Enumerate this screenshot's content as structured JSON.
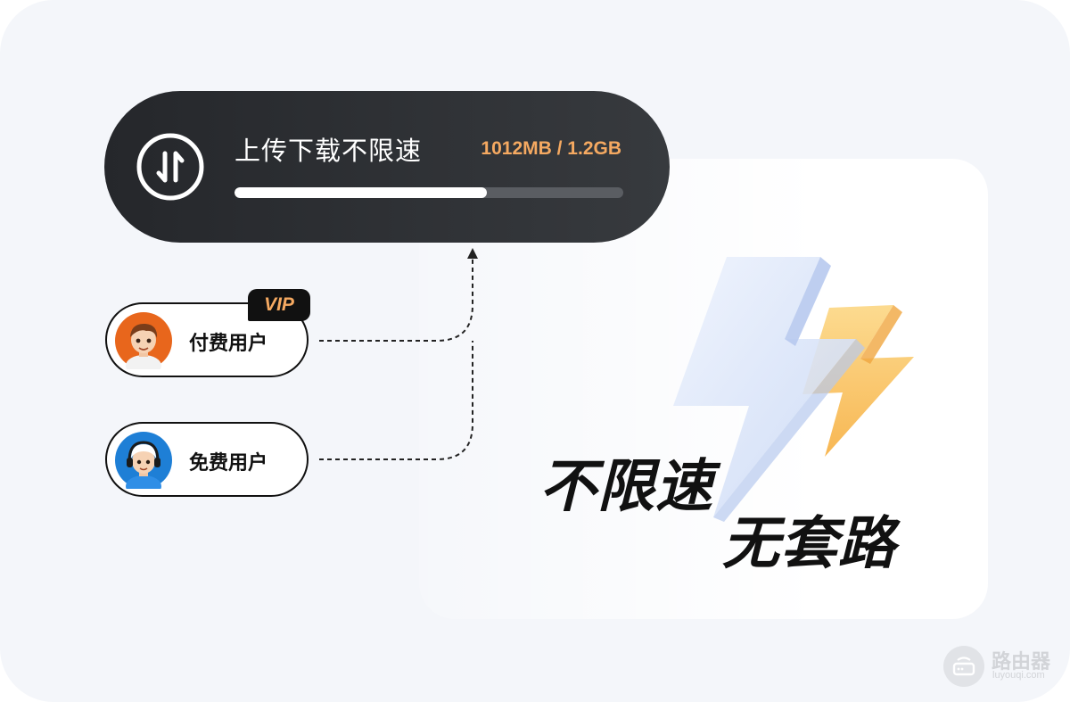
{
  "speed_card": {
    "title": "上传下载不限速",
    "value_text": "1012MB / 1.2GB",
    "progress_fraction": 0.65,
    "icon": "transfer-arrows-icon"
  },
  "users": {
    "paid": {
      "label": "付费用户",
      "badge": "VIP",
      "avatar_icon": "boy-avatar-icon"
    },
    "free": {
      "label": "免费用户",
      "avatar_icon": "headphone-boy-avatar-icon"
    }
  },
  "slogan": {
    "line1": "不限速",
    "line2": "无套路"
  },
  "watermark": {
    "name": "路由器",
    "url": "luyouqi.com"
  },
  "colors": {
    "accent_orange": "#f5a961",
    "pill_dark": "#2b2d31",
    "text_dark": "#111111",
    "background": "#f4f6fa"
  }
}
